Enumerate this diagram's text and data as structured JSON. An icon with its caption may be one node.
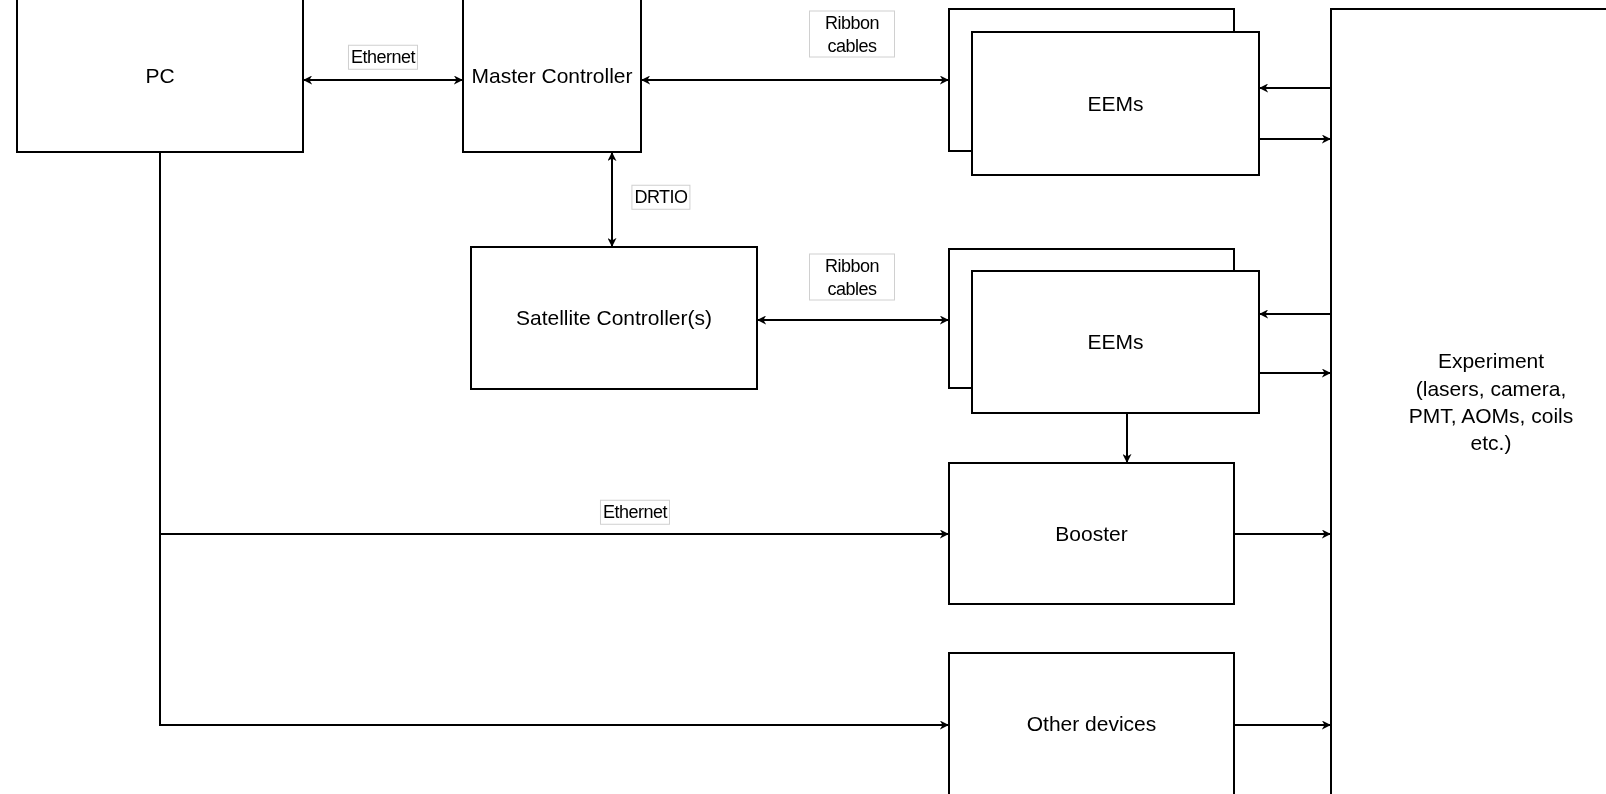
{
  "diagram": {
    "nodes": [
      {
        "text": [
          "PC"
        ]
      },
      {
        "text": [
          "Master Controller"
        ]
      },
      {
        "text": [
          "EEMs"
        ]
      },
      {
        "text": [
          "Experiment (lasers, camera, PMT, AOMs, coils etc.)"
        ]
      },
      {
        "text": [
          "Satellite Controller(s)"
        ]
      },
      {
        "text": [
          "EEMs"
        ]
      },
      {
        "text": [
          "Booster"
        ]
      },
      {
        "text": [
          "Other devices"
        ]
      }
    ],
    "edges": [
      {
        "from": 0,
        "to": 1,
        "arrow": "both",
        "label": "Ethernet"
      },
      {
        "from": 1,
        "to": 2,
        "arrow": "both",
        "label": "Ribbon cables"
      },
      {
        "from": 1,
        "to": 4,
        "arrow": "both",
        "label": "DRTIO"
      },
      {
        "from": 4,
        "to": 5,
        "arrow": "both",
        "label": "Ribbon cables"
      },
      {
        "from": 3,
        "to": 2,
        "arrow": "to"
      },
      {
        "from": 2,
        "to": 3,
        "arrow": "to"
      },
      {
        "from": 3,
        "to": 5,
        "arrow": "to"
      },
      {
        "from": 5,
        "to": 3,
        "arrow": "to"
      },
      {
        "from": 5,
        "to": 6,
        "arrow": "to"
      },
      {
        "from": 0,
        "to": 6,
        "arrow": "to",
        "label": "Ethernet"
      },
      {
        "from": 0,
        "to": 7,
        "arrow": "to"
      },
      {
        "from": 6,
        "to": 3,
        "arrow": "to"
      },
      {
        "from": 7,
        "to": 3,
        "arrow": "to"
      }
    ]
  }
}
